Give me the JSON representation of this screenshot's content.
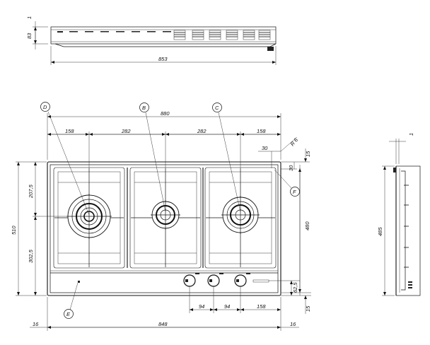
{
  "dimensions": {
    "side_height": "83",
    "side_top_offset": "1",
    "side_width": "853",
    "overall_width": "880",
    "segment_left": "158",
    "segment_mid1": "282",
    "segment_mid2": "282",
    "segment_right": "158",
    "radius": "R 6",
    "corner_offset": "30",
    "corner_offset_v": "30",
    "top_margin_right": "15",
    "depth_upper": "207,5",
    "depth_lower": "302,5",
    "overall_depth": "510",
    "cutout_depth": "480",
    "knob_height": "62,5",
    "knob_spacing_1": "94",
    "knob_spacing_2": "94",
    "knob_to_edge": "158",
    "bottom_margin_right": "15",
    "cutout_width": "848",
    "left_margin": "16",
    "right_margin": "16",
    "right_view_depth": "485",
    "right_view_offset": "1"
  },
  "callouts": {
    "b": "B",
    "c": "C",
    "d": "D",
    "e": "E",
    "f": "F"
  }
}
